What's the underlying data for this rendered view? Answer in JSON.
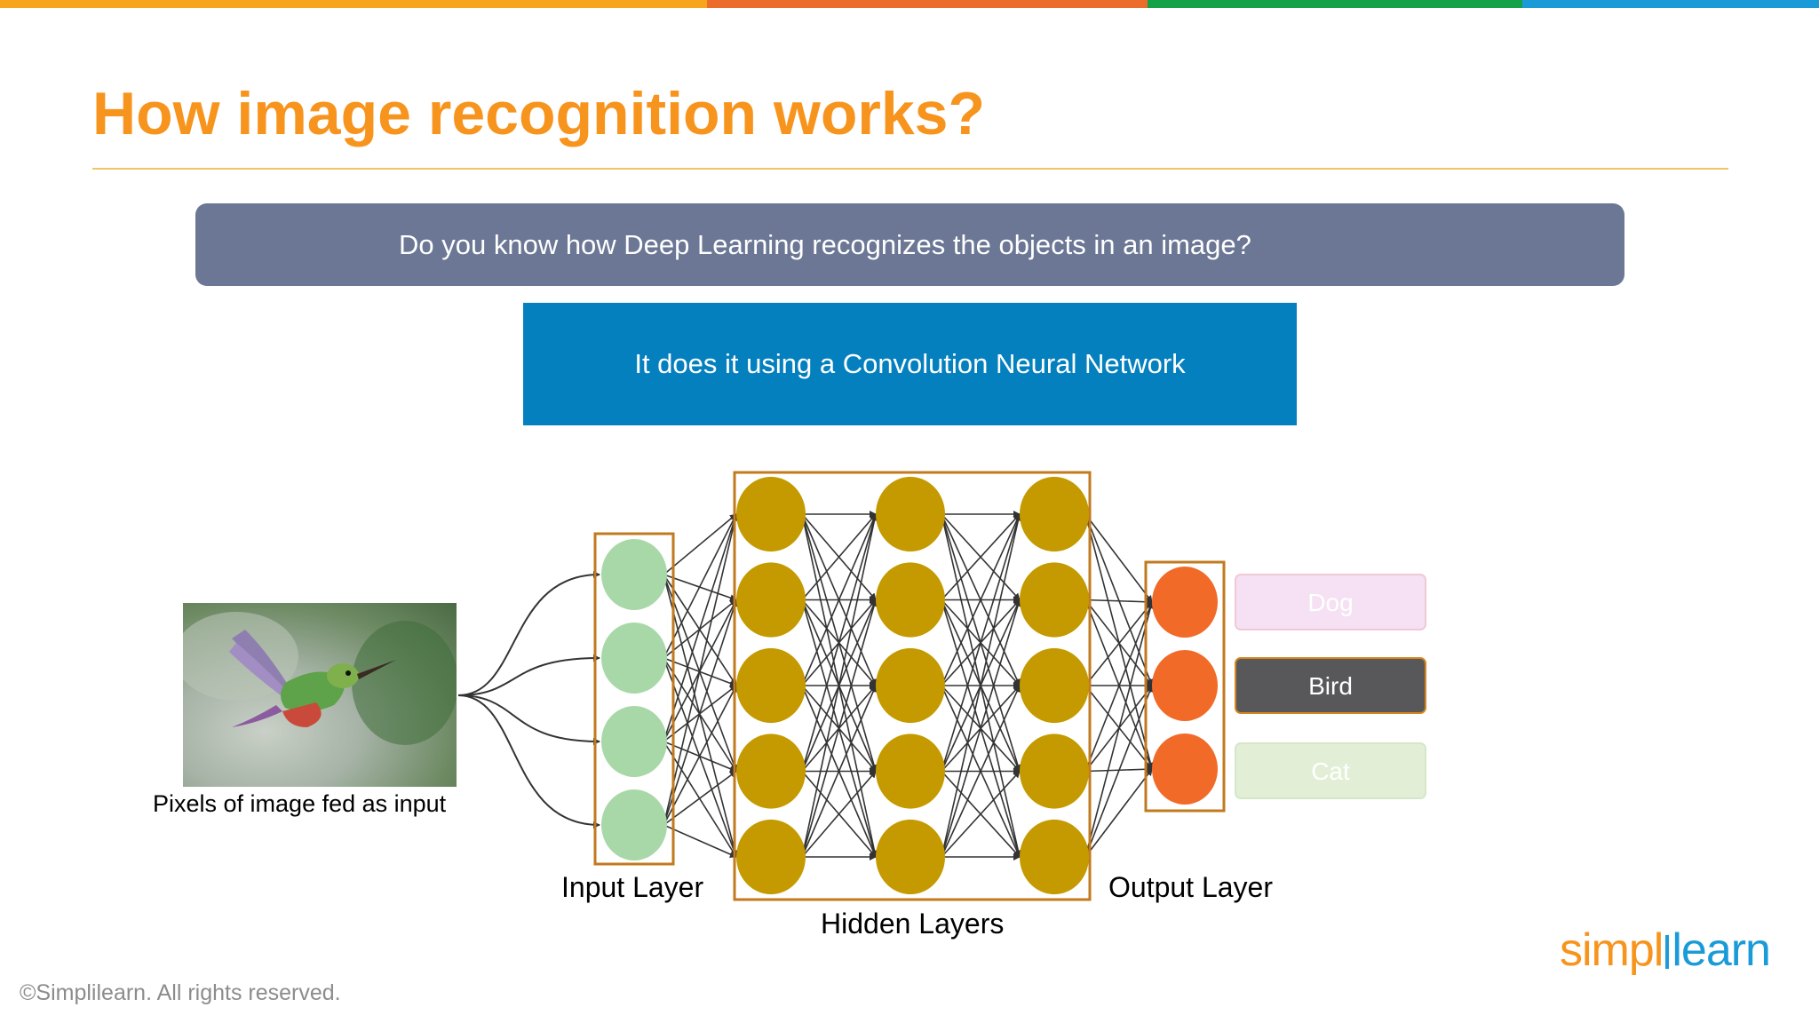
{
  "accent_colors": [
    "#f7941d",
    "#ec6c2c",
    "#13a14a",
    "#1a9bd7"
  ],
  "slide": {
    "title": "How image recognition works?",
    "question": "Do you know how Deep Learning recognizes the objects in an image?",
    "answer": "It does it using a Convolution Neural Network"
  },
  "diagram": {
    "image_caption": "Pixels of image fed as input",
    "input_layer_label": "Input Layer",
    "hidden_layers_label": "Hidden Layers",
    "output_layer_label": "Output Layer",
    "input_nodes": 4,
    "hidden_layers": 3,
    "hidden_nodes_per_layer": 5,
    "output_nodes": 3,
    "node_colors": {
      "input": "#a8d8a8",
      "hidden": "#c49a00",
      "output": "#f26a28"
    },
    "classes": [
      "Dog",
      "Bird",
      "Cat"
    ],
    "predicted_class": "Bird"
  },
  "footer": {
    "copyright": "©Simplilearn. All rights reserved.",
    "logo_left": "simpl",
    "logo_right": "learn"
  }
}
